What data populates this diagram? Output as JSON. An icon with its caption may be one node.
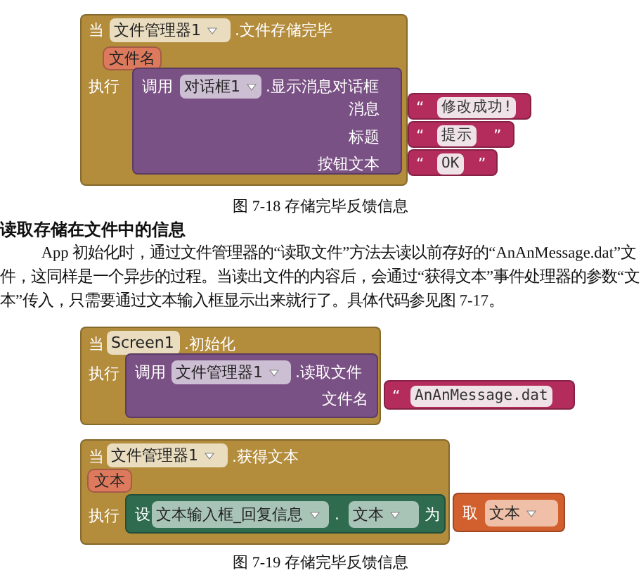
{
  "diagram": {
    "nodes": [
      {
        "text": [
          "当",
          ".文件存储完毕",
          "执行"
        ]
      },
      {
        "text": [
          "文件管理器1"
        ],
        "in": 0
      },
      {
        "text": [
          "文件名"
        ],
        "in": 0
      },
      {
        "text": [
          "调用",
          ".显示消息对话框",
          "消息",
          "标题",
          "按钮文本"
        ],
        "in": 0
      },
      {
        "text": [
          "对话框1"
        ],
        "in": 3
      },
      {
        "text": [
          "“",
          "修改成功!"
        ]
      },
      {
        "text": [
          "“",
          "提示",
          "”"
        ]
      },
      {
        "text": [
          "“",
          "OK",
          "”"
        ]
      },
      {
        "text": [
          "当",
          ".初始化",
          "执行"
        ]
      },
      {
        "text": [
          "Screen1"
        ],
        "in": 8
      },
      {
        "text": [
          "调用",
          ".读取文件",
          "文件名"
        ],
        "in": 8
      },
      {
        "text": [
          "文件管理器1"
        ],
        "in": 10
      },
      {
        "text": [
          "“",
          "AnAnMessage.dat"
        ]
      },
      {
        "text": [
          "当",
          ".获得文本",
          "执行"
        ]
      },
      {
        "text": [
          "文件管理器1"
        ],
        "in": 13
      },
      {
        "text": [
          "文本"
        ],
        "in": 13
      },
      {
        "text": [
          "设",
          ".",
          "为"
        ],
        "in": 13
      },
      {
        "text": [
          "文本输入框_回复信息"
        ],
        "in": 16
      },
      {
        "text": [
          "文本"
        ],
        "in": 16
      },
      {
        "text": [
          "取"
        ]
      },
      {
        "text": [
          "文本"
        ],
        "in": 19
      }
    ],
    "edges": [],
    "labels": [
      "图 7-18 存储完毕反馈信息",
      "读取存储在文件中的信息",
      "App 初始化时，通过文件管理器的“读取文件”方法去读以前存好的“AnAnMessage.dat”文件，这同样是一个异步的过程。当读出文件的内容后，会通过“获得文本”事件处理器的参数“文本”传入，只需要通过文本输入框显示出来就行了。具体代码参见图 7-17。",
      "图 7-19 存储完毕反馈信息"
    ]
  }
}
